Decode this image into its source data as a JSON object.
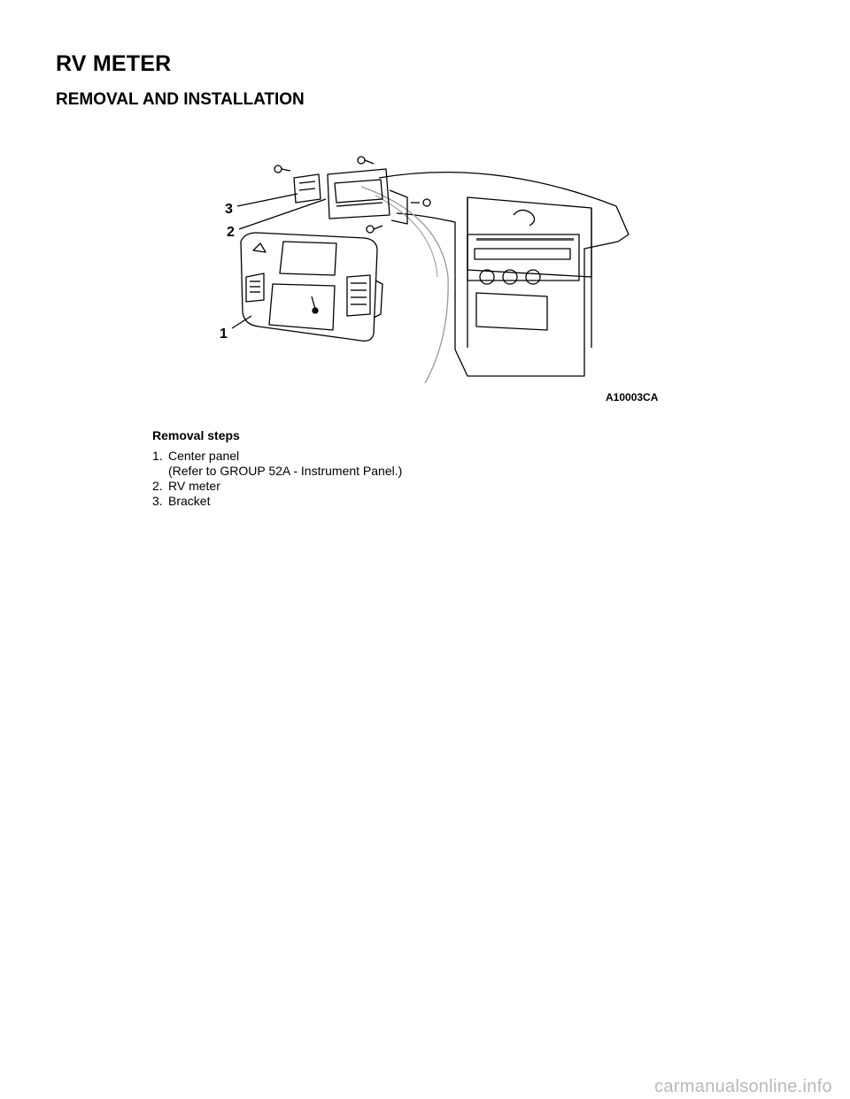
{
  "header": {
    "title": "RV METER",
    "section": "REMOVAL AND INSTALLATION"
  },
  "figure": {
    "callouts": [
      "1",
      "2",
      "3"
    ],
    "figure_id": "A10003CA"
  },
  "removal": {
    "heading": "Removal steps",
    "steps": [
      {
        "num": "1.",
        "text": "Center panel",
        "note": "(Refer to GROUP 52A  -  Instrument Panel.)"
      },
      {
        "num": "2.",
        "text": "RV meter"
      },
      {
        "num": "3.",
        "text": "Bracket"
      }
    ]
  },
  "footer": {
    "watermark": "carmanualsonline.info"
  }
}
